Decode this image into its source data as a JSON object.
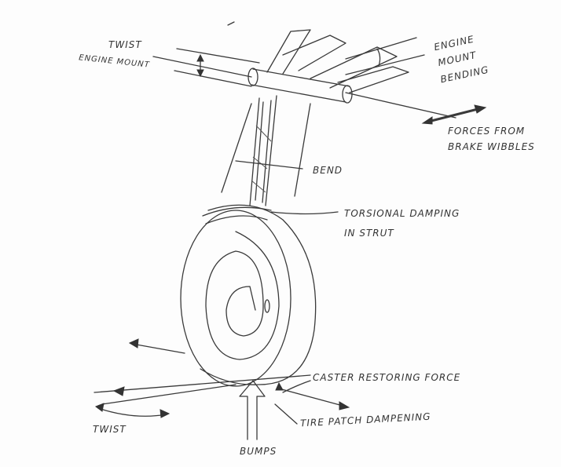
{
  "labels": {
    "twist_engine_mount_1": "TWIST",
    "twist_engine_mount_2": "ENGINE MOUNT",
    "engine_mount_bending_1": "ENGINE",
    "engine_mount_bending_2": "MOUNT",
    "engine_mount_bending_3": "BENDING",
    "forces_1": "FORCES FROM",
    "forces_2": "BRAKE WIBBLES",
    "bend": "BEND",
    "torsional_1": "TORSIONAL DAMPING",
    "torsional_2": "IN STRUT",
    "caster": "CASTER RESTORING FORCE",
    "tire_patch": "TIRE PATCH DAMPENING",
    "twist_bottom": "TWIST",
    "bumps": "BUMPS"
  }
}
